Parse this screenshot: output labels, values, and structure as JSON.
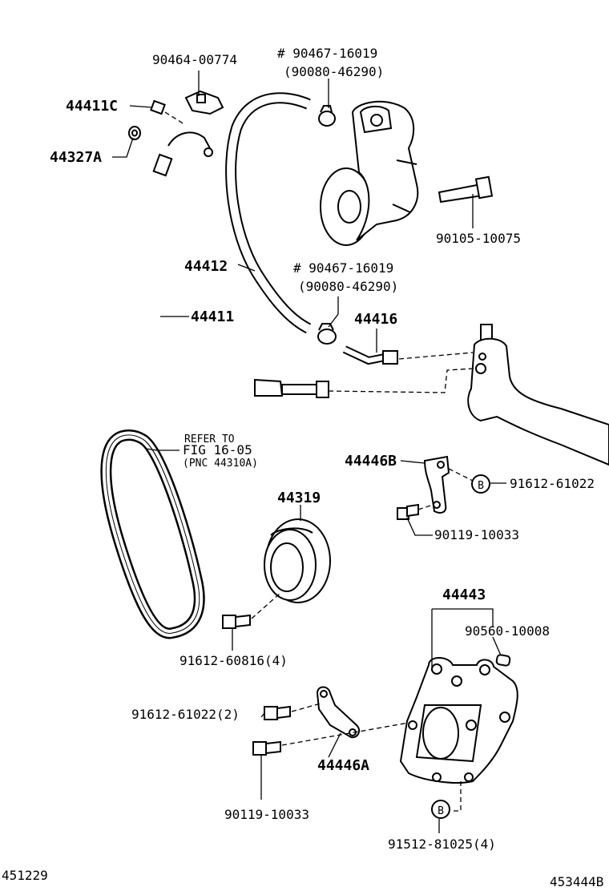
{
  "labels": {
    "p90464_00774": "90464-00774",
    "p90467_16019_a": "# 90467-16019",
    "p90080_46290_a": "(90080-46290)",
    "p44411C": "44411C",
    "p44327A": "44327A",
    "p90105_10075": "90105-10075",
    "p44412": "44412",
    "p90467_16019_b": "# 90467-16019",
    "p90080_46290_b": "(90080-46290)",
    "p44411": "44411",
    "p44416": "44416",
    "refer_1": "REFER TO",
    "refer_2": "FIG 16-05",
    "refer_3": "(PNC 44310A)",
    "p44446B": "44446B",
    "circle_b_1": "B",
    "p91612_61022": "91612-61022",
    "p44319": "44319",
    "p90119_10033_a": "90119-10033",
    "p44443": "44443",
    "p90560_10008": "90560-10008",
    "p91612_60816": "91612-60816(4)",
    "p91612_61022_2": "91612-61022(2)",
    "p44446A": "44446A",
    "p90119_10033_b": "90119-10033",
    "circle_b_2": "B",
    "p91512_81025": "91512-81025(4)",
    "ref_left": "451229",
    "ref_right": "453444B"
  }
}
